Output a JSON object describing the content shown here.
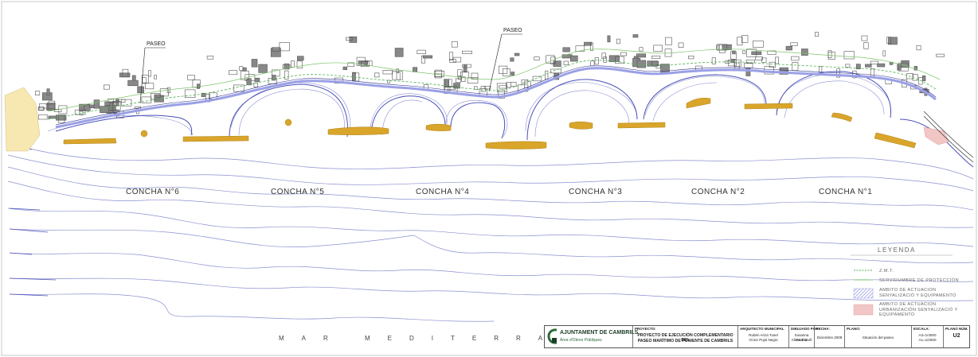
{
  "labels": {
    "paseo_left": "PASEO",
    "paseo_right": "PASEO",
    "sea": "MAR MEDITERRANEO"
  },
  "conchas": [
    "CONCHA N°6",
    "CONCHA N°5",
    "CONCHA N°4",
    "CONCHA N°3",
    "CONCHA N°2",
    "CONCHA N°1"
  ],
  "legend": {
    "title": "LEYENDA",
    "items": [
      {
        "text": "Z.M.T.",
        "kind": "dashed-line",
        "color": "#4caf50"
      },
      {
        "text": "SERVIDUMBRE DE PROTECCIÓN",
        "kind": "solid-line",
        "color": "#7cc46a"
      },
      {
        "text": "AMBITO DE ACTUACIÓN SENYALIZACIÓ Y EQUIPAMENTO",
        "kind": "hatch",
        "color": "#9a9ee8"
      },
      {
        "text": "AMBITO DE ACTUACIÓN URBANIZACIÓN SENYALIZACIÓ Y EQUIPAMENTO",
        "kind": "fill",
        "color": "#f3c6c6"
      }
    ]
  },
  "title_block": {
    "org": "AJUNTAMENT DE CAMBRILS",
    "dept": "Àrea d'Obres Públiques",
    "proyecto_label": "PROYECTO:",
    "proyecto_1": "PROYECTO DE EJECUCIÓN COMPLEMENTARIO DEL",
    "proyecto_2": "PASEO MARÍTIMO DE PONIENTE DE CAMBRILS",
    "arquitecto_label": "ARQUITECTO MUNICIPAL",
    "arquitecto_1": "Rubén Ariza Tusel",
    "arquitecto_2": "Víctor Pujol Negre",
    "dibujado_label": "DIBUJADO POR:",
    "dibujado_1": "Susanna García",
    "dibujado_2": "Albert Estivill",
    "fecha_label": "FECHA:",
    "fecha": "Diciembre 2009",
    "plano_label": "PLANO:",
    "plano_desc": "Situación del paseo",
    "escala_label": "ESCALA:",
    "escala_1": "A3=1/4000",
    "escala_2": "A1=1/2000",
    "plano_num_label": "PLANO NÚM.",
    "plano_num": "U2"
  },
  "colors": {
    "contour": "#8a8fd0",
    "contour_dark": "#4a50b8",
    "sand": "#d9a52a",
    "promenade": "#9aa0e6",
    "zmt": "#4caf50",
    "urban": "#555555",
    "pink": "#f3c6c6"
  }
}
